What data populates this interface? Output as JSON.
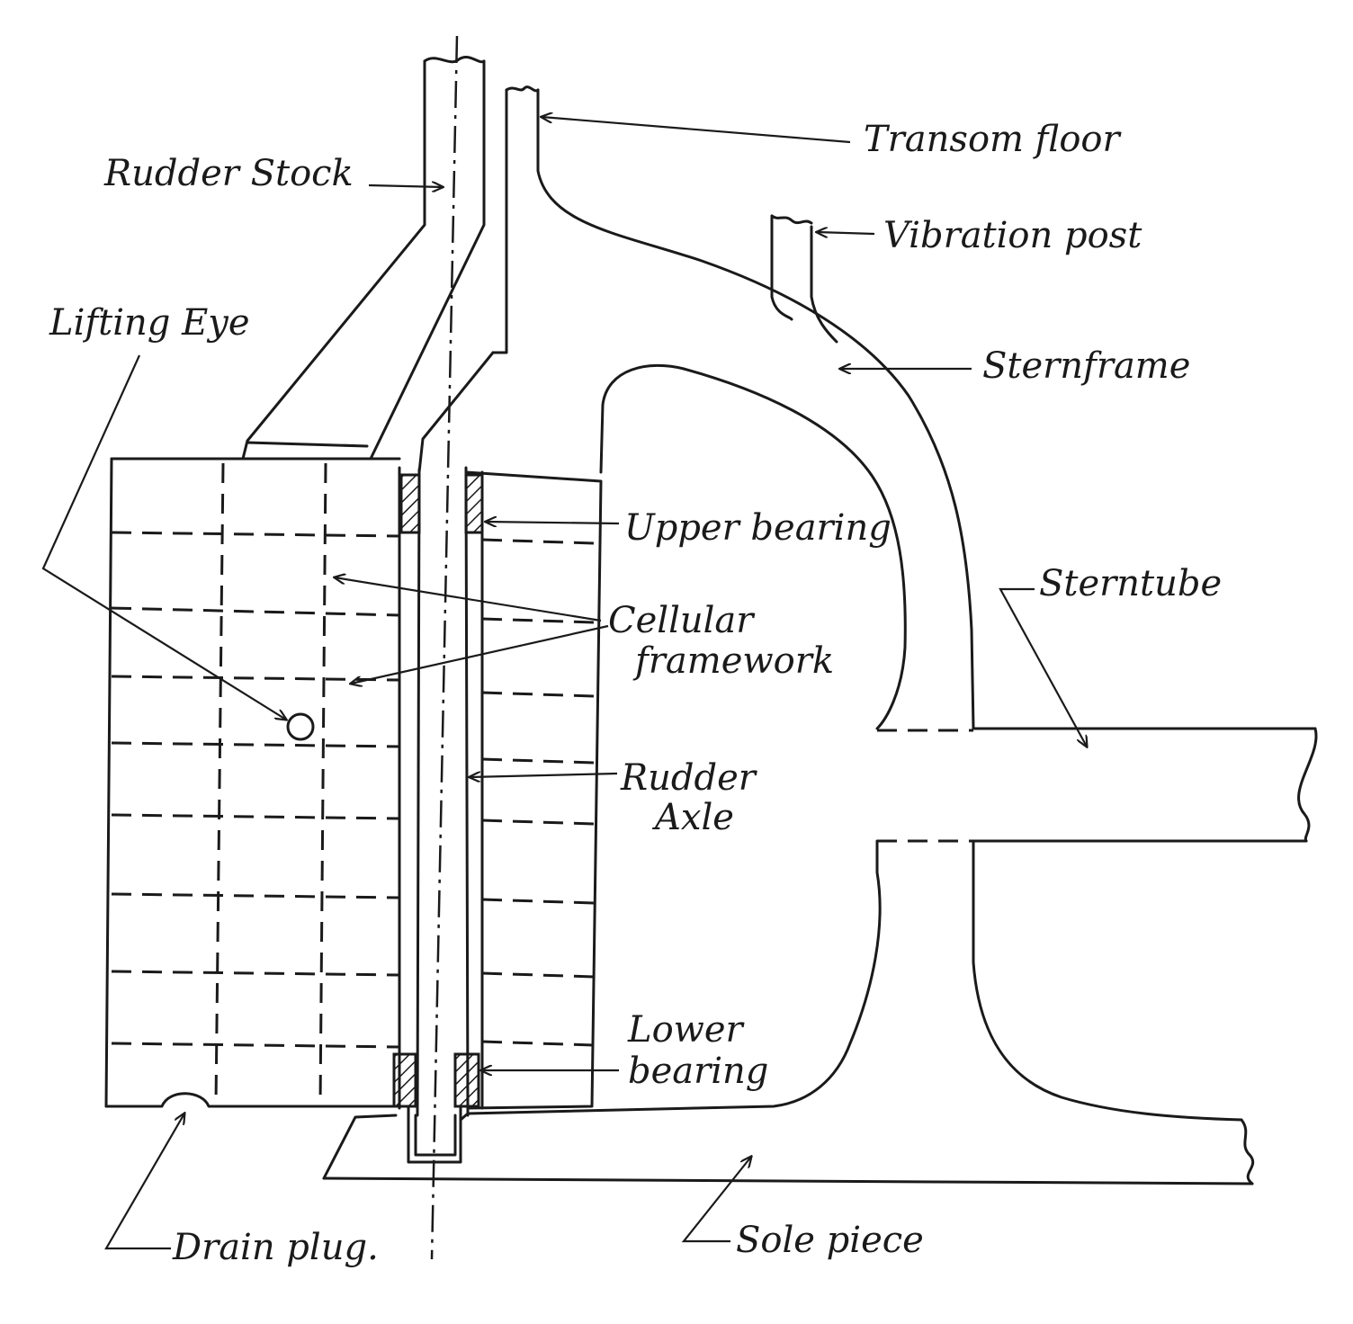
{
  "labels": {
    "transom_floor": "Transom floor",
    "rudder_stock": "Rudder Stock",
    "vibration_post": "Vibration post",
    "lifting_eye": "Lifting Eye",
    "sternframe": "Sternframe",
    "upper_bearing": "Upper bearing",
    "sterntube": "Sterntube",
    "cellular_framework_1": "Cellular",
    "cellular_framework_2": "framework",
    "rudder_axle_1": "Rudder",
    "rudder_axle_2": "Axle",
    "lower_bearing_1": "Lower",
    "lower_bearing_2": "bearing",
    "drain_plug": "Drain plug.",
    "sole_piece": "Sole piece"
  },
  "colors": {
    "ink": "#1a1a1a",
    "paper": "#ffffff"
  }
}
